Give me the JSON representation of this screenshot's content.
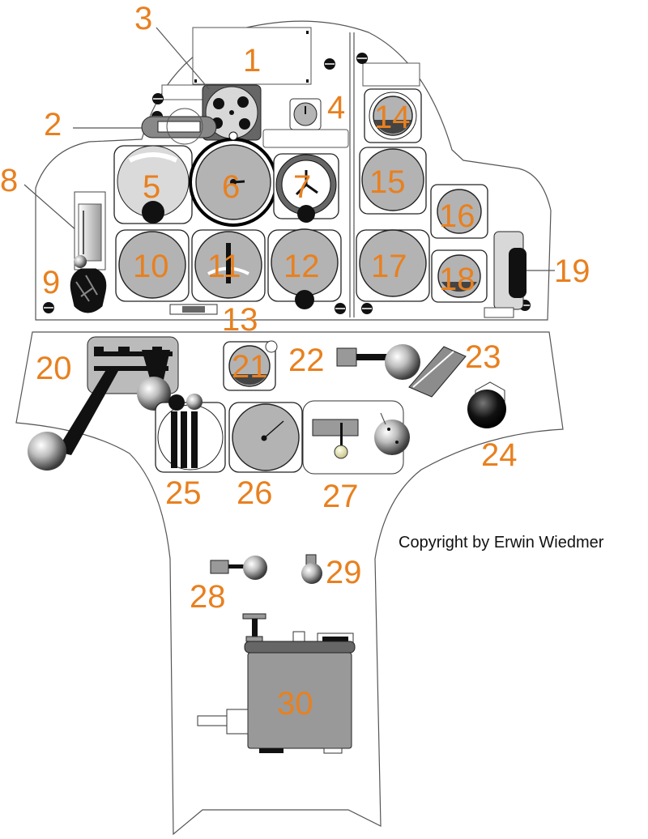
{
  "copyright": "Copyright by Erwin Wiedmer",
  "callouts": [
    "1",
    "2",
    "3",
    "4",
    "5",
    "6",
    "7",
    "8",
    "9",
    "10",
    "11",
    "12",
    "13",
    "14",
    "15",
    "16",
    "17",
    "18",
    "19",
    "20",
    "21",
    "22",
    "23",
    "24",
    "25",
    "26",
    "27",
    "28",
    "29",
    "30"
  ],
  "colors": {
    "label": "#e8801f",
    "outline": "#555555",
    "instrument": "#b3b3b3",
    "knob": "#111111"
  }
}
